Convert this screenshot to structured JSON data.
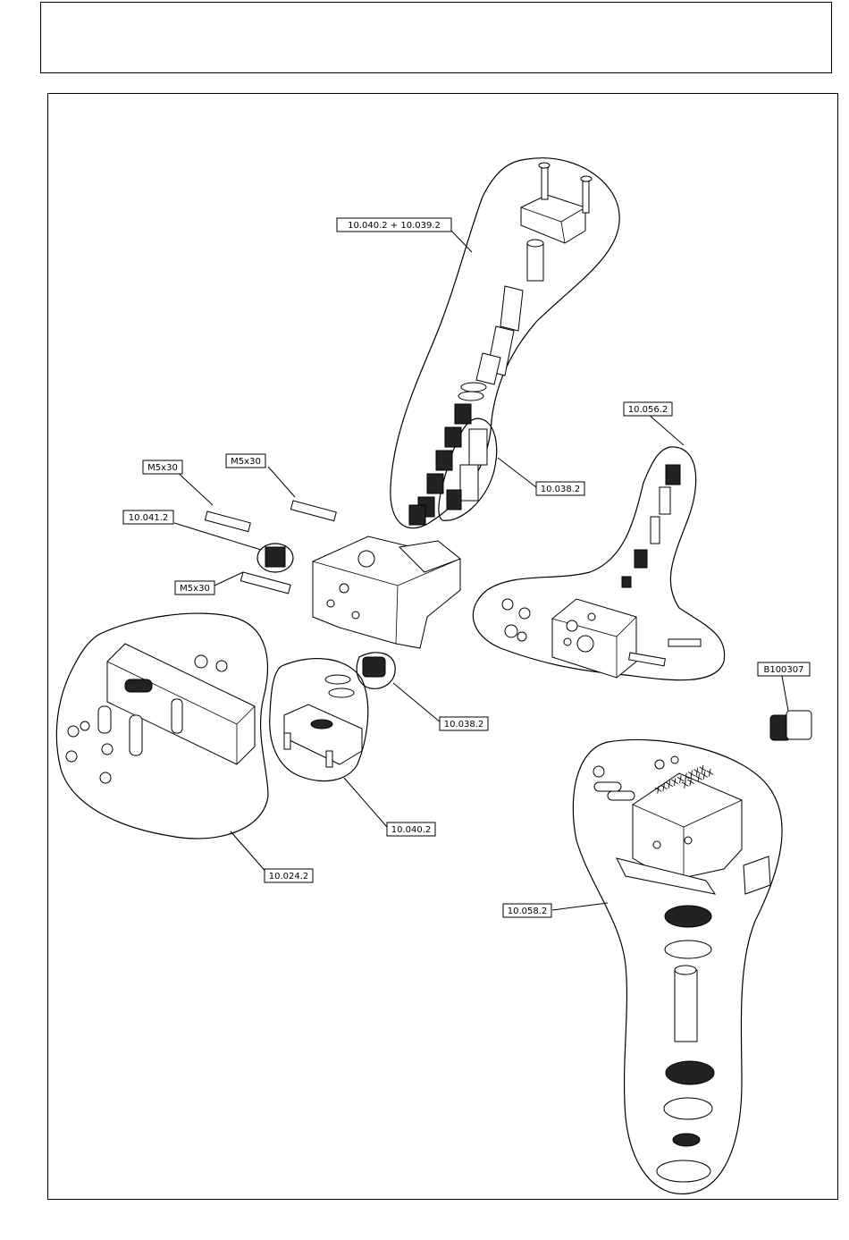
{
  "labels": {
    "l_10040_10039": "10.040.2  +  10.039.2",
    "l_10038_a": "10.038.2",
    "l_10056": "10.056.2",
    "l_m5x30_a": "M5x30",
    "l_m5x30_b": "M5x30",
    "l_10041": "10.041.2",
    "l_m5x30_c": "M5x30",
    "l_b100307": "B100307",
    "l_10038_b": "10.038.2",
    "l_10040": "10.040.2",
    "l_10024": "10.024.2",
    "l_10058": "10.058.2"
  },
  "block_markings": {
    "line1": "XXXXXXXXX",
    "line2": "XX XXX"
  }
}
